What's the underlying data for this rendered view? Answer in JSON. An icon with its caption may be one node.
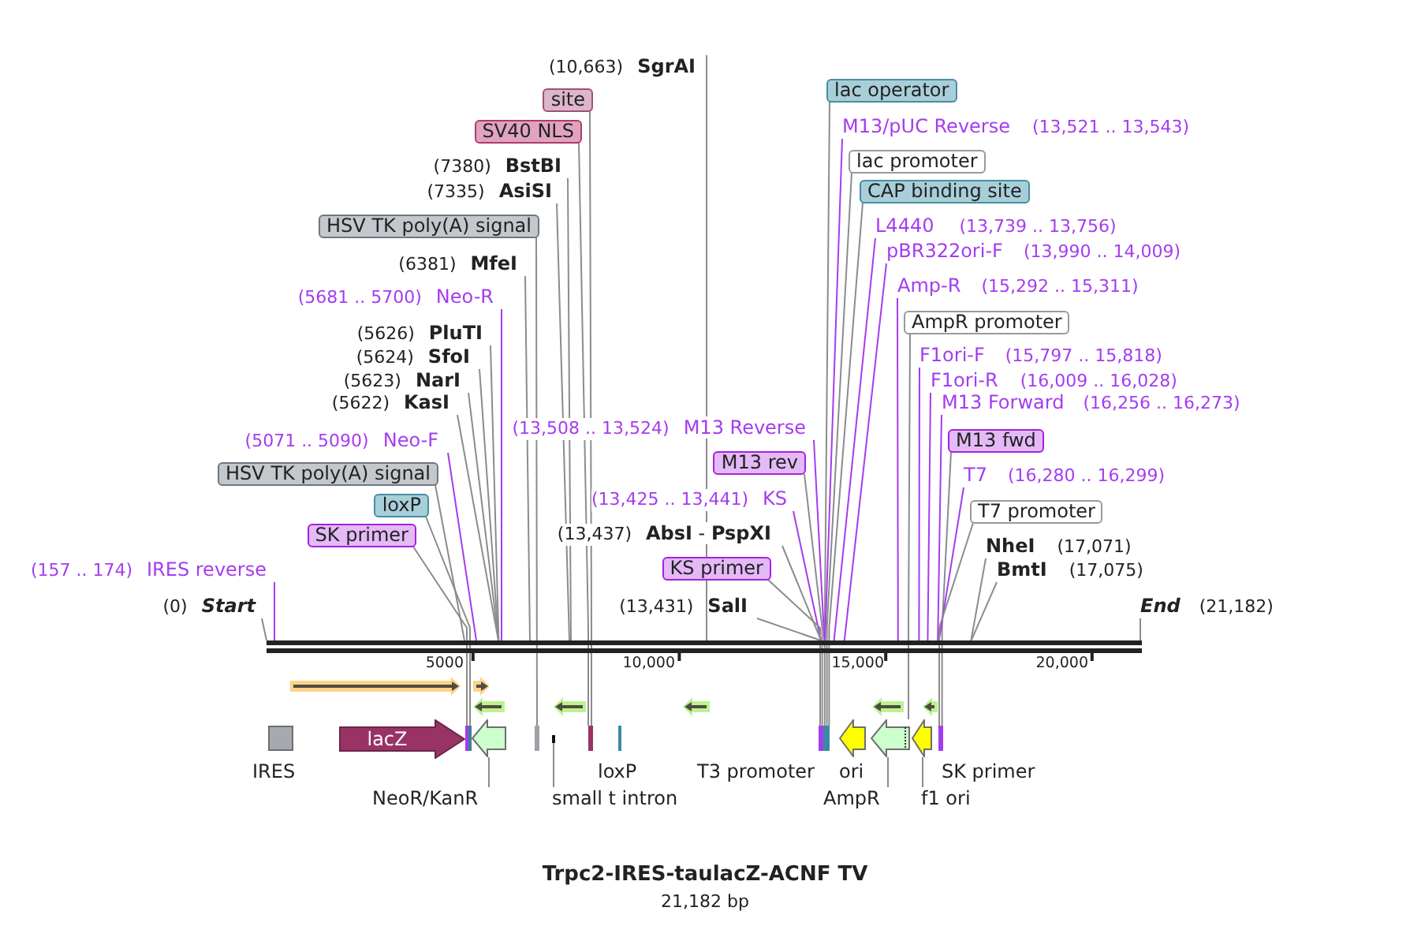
{
  "diagram": {
    "title": "Trpc2-IRES-taulacZ-ACNF TV",
    "caption": "21,182 bp",
    "nodes": [
      {
        "text": [
          "(10,663)",
          "SgrAI"
        ]
      },
      {
        "text": [
          "site"
        ]
      },
      {
        "text": [
          "lac operator"
        ]
      },
      {
        "text": [
          "SV40 NLS"
        ]
      },
      {
        "text": [
          "M13/pUC Reverse",
          "(13,521 .. 13,543)"
        ]
      },
      {
        "text": [
          "lac promoter"
        ]
      },
      {
        "text": [
          "(7380)",
          "BstBI"
        ]
      },
      {
        "text": [
          "(7335)",
          "AsiSI"
        ]
      },
      {
        "text": [
          "CAP binding site"
        ]
      },
      {
        "text": [
          "HSV TK poly(A) signal"
        ]
      },
      {
        "text": [
          "L4440",
          "(13,739 .. 13,756)"
        ]
      },
      {
        "text": [
          "pBR322ori-F",
          "(13,990 .. 14,009)"
        ]
      },
      {
        "text": [
          "(6381)",
          "MfeI"
        ]
      },
      {
        "text": [
          "Amp-R",
          "(15,292 .. 15,311)"
        ]
      },
      {
        "text": [
          "(5681 .. 5700)",
          "Neo-R"
        ]
      },
      {
        "text": [
          "AmpR promoter"
        ]
      },
      {
        "text": [
          "(5626)",
          "PluTI"
        ]
      },
      {
        "text": [
          "F1ori-F",
          "(15,797 .. 15,818)"
        ]
      },
      {
        "text": [
          "(5624)",
          "SfoI"
        ]
      },
      {
        "text": [
          "(5623)",
          "NarI"
        ]
      },
      {
        "text": [
          "F1ori-R",
          "(16,009 .. 16,028)"
        ]
      },
      {
        "text": [
          "(5622)",
          "KasI"
        ]
      },
      {
        "text": [
          "M13 Forward",
          "(16,256 .. 16,273)"
        ]
      },
      {
        "text": [
          "(13,508 .. 13,524)",
          "M13 Reverse"
        ]
      },
      {
        "text": [
          "M13 fwd"
        ]
      },
      {
        "text": [
          "(5071 .. 5090)",
          "Neo-F"
        ]
      },
      {
        "text": [
          "M13 rev"
        ]
      },
      {
        "text": [
          "HSV TK poly(A) signal"
        ]
      },
      {
        "text": [
          "T7",
          "(16,280 .. 16,299)"
        ]
      },
      {
        "text": [
          "loxP"
        ]
      },
      {
        "text": [
          "(13,425 .. 13,441)",
          "KS"
        ]
      },
      {
        "text": [
          "T7 promoter"
        ]
      },
      {
        "text": [
          "SK primer"
        ]
      },
      {
        "text": [
          "(13,437)",
          "**AbsI** - **PspXI**"
        ]
      },
      {
        "text": [
          "NheI",
          "(17,071)"
        ]
      },
      {
        "text": [
          "KS primer"
        ]
      },
      {
        "text": [
          "(157 .. 174)",
          "IRES reverse"
        ]
      },
      {
        "text": [
          "BmtI",
          "(17,075)"
        ]
      },
      {
        "text": [
          "(0)",
          "Start"
        ]
      },
      {
        "text": [
          "(13,431)",
          "SalI"
        ]
      },
      {
        "text": [
          "End",
          "(21,182)"
        ]
      },
      {
        "text": [],
        "shape": "bar"
      },
      {
        "text": [],
        "shape": "box",
        "beside": [
          "IRES"
        ]
      },
      {
        "text": [
          "lacZ"
        ]
      },
      {
        "text": [],
        "shape": "bar"
      },
      {
        "text": [],
        "shape": "bar"
      },
      {
        "text": [],
        "shape": "arrow"
      },
      {
        "text": [],
        "shape": "bar"
      },
      {
        "text": [],
        "shape": "bar"
      },
      {
        "text": [],
        "shape": "bar"
      },
      {
        "text": [],
        "shape": "bar",
        "beside": [
          "loxP"
        ]
      },
      {
        "text": [],
        "shape": "bar"
      },
      {
        "text": [],
        "shape": "bar",
        "beside": [
          "T3 promoter"
        ]
      },
      {
        "text": [],
        "shape": "arrow",
        "beside": [
          "ori"
        ]
      },
      {
        "text": [],
        "shape": "arrow"
      },
      {
        "text": [],
        "shape": "arrow"
      },
      {
        "text": [],
        "shape": "bar",
        "beside": [
          "SK primer"
        ]
      },
      {
        "text": [
          "NeoR/KanR"
        ]
      },
      {
        "text": [
          "small t intron"
        ]
      },
      {
        "text": [
          "AmpR"
        ]
      },
      {
        "text": [
          "f1 ori"
        ]
      },
      {
        "text": [],
        "shape": "arrow"
      },
      {
        "text": [],
        "shape": "arrow"
      },
      {
        "text": [],
        "shape": "arrow"
      },
      {
        "text": [],
        "shape": "arrow"
      },
      {
        "text": [],
        "shape": "arrow"
      },
      {
        "text": [],
        "shape": "arrow"
      },
      {
        "text": [],
        "shape": "arrow"
      }
    ],
    "edges": [
      {
        "from": 0,
        "to": 41,
        "arrow": "none"
      },
      {
        "from": 1,
        "to": 49,
        "arrow": "none"
      },
      {
        "from": 2,
        "to": 52,
        "arrow": "none"
      },
      {
        "from": 3,
        "to": 49,
        "arrow": "none"
      },
      {
        "from": 4,
        "to": 41,
        "arrow": "none",
        "color": "#a43cf0"
      },
      {
        "from": 5,
        "to": 52,
        "arrow": "none"
      },
      {
        "from": 6,
        "to": 41,
        "arrow": "none"
      },
      {
        "from": 7,
        "to": 41,
        "arrow": "none"
      },
      {
        "from": 8,
        "to": 52,
        "arrow": "none"
      },
      {
        "from": 9,
        "to": 47,
        "arrow": "none"
      },
      {
        "from": 10,
        "to": 41,
        "arrow": "none",
        "color": "#a43cf0"
      },
      {
        "from": 11,
        "to": 41,
        "arrow": "none",
        "color": "#a43cf0"
      },
      {
        "from": 12,
        "to": 41,
        "arrow": "none"
      },
      {
        "from": 13,
        "to": 41,
        "arrow": "none",
        "color": "#a43cf0"
      },
      {
        "from": 14,
        "to": 41,
        "arrow": "none",
        "color": "#a43cf0"
      },
      {
        "from": 15,
        "to": 54,
        "arrow": "none"
      },
      {
        "from": 16,
        "to": 41,
        "arrow": "none"
      },
      {
        "from": 17,
        "to": 41,
        "arrow": "none",
        "color": "#a43cf0"
      },
      {
        "from": 18,
        "to": 41,
        "arrow": "none"
      },
      {
        "from": 19,
        "to": 41,
        "arrow": "none"
      },
      {
        "from": 20,
        "to": 41,
        "arrow": "none",
        "color": "#a43cf0"
      },
      {
        "from": 21,
        "to": 41,
        "arrow": "none"
      },
      {
        "from": 22,
        "to": 41,
        "arrow": "none",
        "color": "#a43cf0"
      },
      {
        "from": 23,
        "to": 41,
        "arrow": "none",
        "color": "#a43cf0"
      },
      {
        "from": 24,
        "to": 56,
        "arrow": "none"
      },
      {
        "from": 25,
        "to": 41,
        "arrow": "none",
        "color": "#a43cf0"
      },
      {
        "from": 26,
        "to": 51,
        "arrow": "none"
      },
      {
        "from": 27,
        "to": 41,
        "arrow": "none"
      },
      {
        "from": 28,
        "to": 41,
        "arrow": "none",
        "color": "#a43cf0"
      },
      {
        "from": 29,
        "to": 45,
        "arrow": "none"
      },
      {
        "from": 30,
        "to": 41,
        "arrow": "none",
        "color": "#a43cf0"
      },
      {
        "from": 31,
        "to": 56,
        "arrow": "none"
      },
      {
        "from": 32,
        "to": 44,
        "arrow": "none"
      },
      {
        "from": 33,
        "to": 41,
        "arrow": "none"
      },
      {
        "from": 34,
        "to": 41,
        "arrow": "none"
      },
      {
        "from": 35,
        "to": 51,
        "arrow": "none"
      },
      {
        "from": 36,
        "to": 41,
        "arrow": "none",
        "color": "#a43cf0"
      },
      {
        "from": 37,
        "to": 41,
        "arrow": "none"
      },
      {
        "from": 38,
        "to": 41,
        "arrow": "none"
      },
      {
        "from": 39,
        "to": 41,
        "arrow": "none"
      },
      {
        "from": 40,
        "to": 41,
        "arrow": "none"
      },
      {
        "from": 57,
        "to": 46,
        "arrow": "none"
      },
      {
        "from": 58,
        "to": 48,
        "arrow": "none"
      },
      {
        "from": 59,
        "to": 54,
        "arrow": "none"
      },
      {
        "from": 60,
        "to": 55,
        "arrow": "none"
      }
    ],
    "labels": [
      "5000",
      "10,000",
      "15,000",
      "20,000"
    ]
  }
}
